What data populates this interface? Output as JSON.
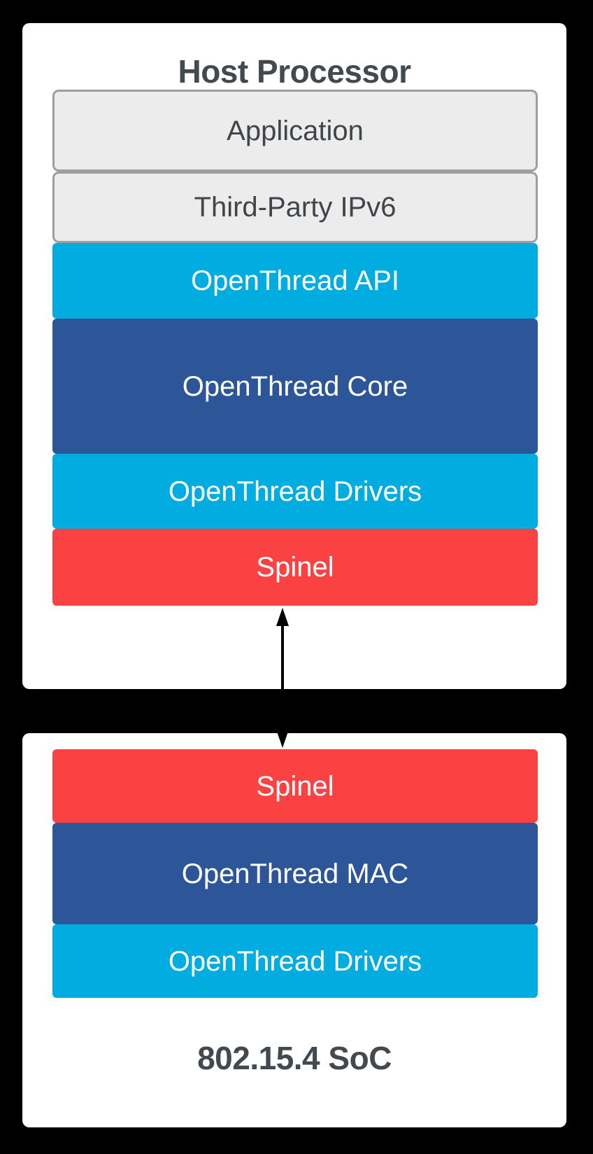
{
  "diagram": {
    "background_color": "#000000",
    "colors": {
      "cyan": "#00ACE0",
      "blue": "#2D5699",
      "red": "#FB4243",
      "grey_fill": "#ECECEC",
      "grey_border": "#9E9E9E",
      "title_text": "#434A4F",
      "panel_background": "#FFFFFF",
      "arrow": "#000000"
    }
  },
  "host_panel": {
    "title": "Host Processor",
    "layers": [
      {
        "label": "Application",
        "style": "grey",
        "color": "#ECECEC"
      },
      {
        "label": "Third-Party IPv6",
        "style": "grey",
        "color": "#ECECEC"
      },
      {
        "label": "OpenThread API",
        "style": "cyan",
        "color": "#00ACE0"
      },
      {
        "label": "OpenThread Core",
        "style": "blue",
        "color": "#2D5699"
      },
      {
        "label": "OpenThread Drivers",
        "style": "cyan",
        "color": "#00ACE0"
      },
      {
        "label": "Spinel",
        "style": "red",
        "color": "#FB4243"
      }
    ]
  },
  "connector": {
    "icon": "double-headed-vertical-arrow",
    "direction": "bidirectional"
  },
  "soc_panel": {
    "title": "802.15.4 SoC",
    "layers": [
      {
        "label": "Spinel",
        "style": "red",
        "color": "#FB4243"
      },
      {
        "label": "OpenThread MAC",
        "style": "blue",
        "color": "#2D5699"
      },
      {
        "label": "OpenThread Drivers",
        "style": "cyan",
        "color": "#00ACE0"
      }
    ]
  }
}
